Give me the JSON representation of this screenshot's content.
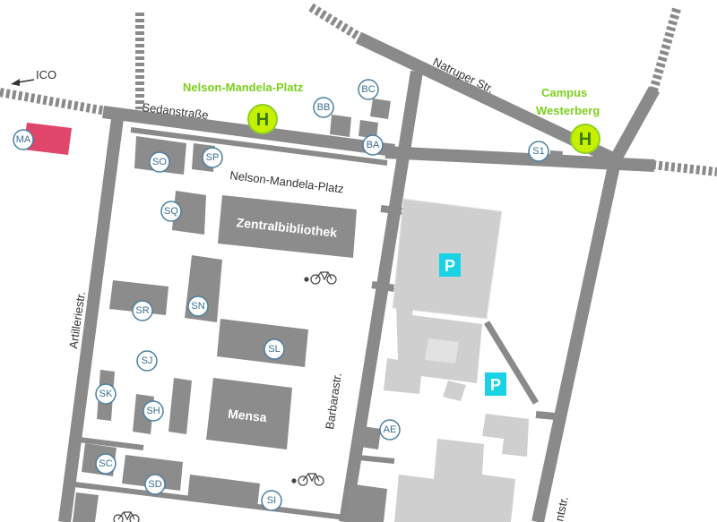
{
  "labels": {
    "ico": "ICO",
    "sedanstrasse": "Sedanstraße",
    "nelson_mandela_platz_street": "Nelson-Mandela-Platz",
    "natruper": "Natruper Str.",
    "artilleriestr": "Artilleriestr.",
    "barbarastr": "Barbarastr.",
    "third_street": "ntstr."
  },
  "stops": {
    "nelson_mandela": "Nelson-Mandela-Platz",
    "campus_line1": "Campus",
    "campus_line2": "Westerberg",
    "symbol": "H"
  },
  "buildings": {
    "zentralbibliothek": "Zentralbibliothek",
    "mensa": "Mensa"
  },
  "parking": "P",
  "markers": [
    "MA",
    "BC",
    "BB",
    "BA",
    "SO",
    "SP",
    "SQ",
    "SR",
    "SN",
    "SL",
    "SJ",
    "SK",
    "SH",
    "SC",
    "SD",
    "SI",
    "AE",
    "S1"
  ],
  "colors": {
    "road": "#8a8a8a",
    "building": "#8c8c8c",
    "marker_ring": "#4a7fa0",
    "stop_green": "#7ccf1e",
    "stop_fill": "#c6f000",
    "parking": "#19d3e5",
    "highlight": "#e0456a"
  },
  "icons": [
    "arrow-left-icon",
    "bicycle-icon",
    "bus-stop-icon",
    "parking-icon"
  ]
}
